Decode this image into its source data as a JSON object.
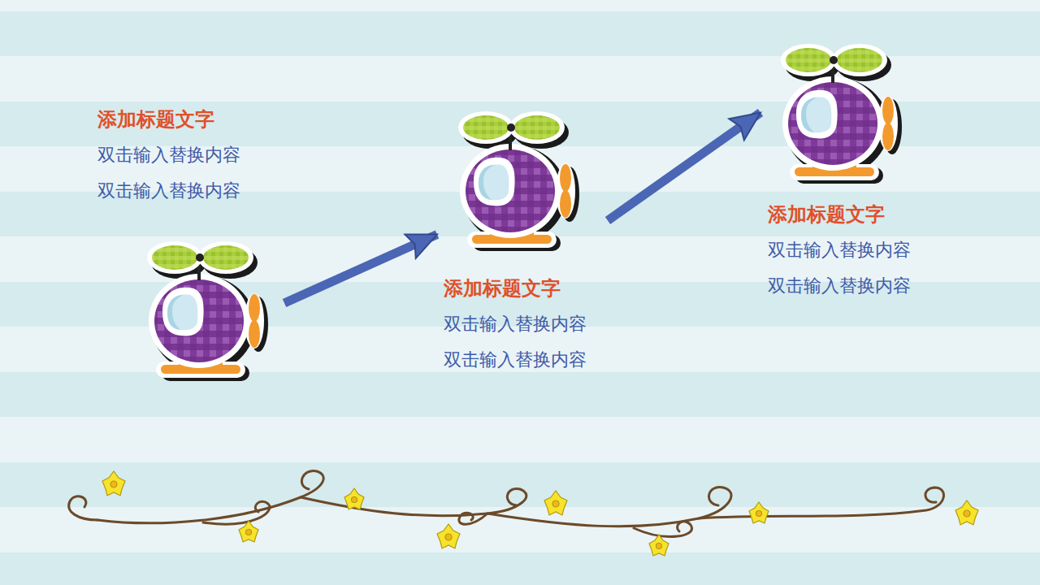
{
  "diagram": {
    "nodes": [
      {
        "text": [
          "添加标题文字",
          "双击输入替换内容",
          "双击输入替换内容"
        ]
      },
      {
        "text": [
          "添加标题文字",
          "双击输入替换内容",
          "双击输入替换内容"
        ]
      },
      {
        "text": [
          "添加标题文字",
          "双击输入替换内容",
          "双击输入替换内容"
        ]
      }
    ],
    "edges": [
      {
        "from": 0,
        "to": 1,
        "arrow": "to"
      },
      {
        "from": 1,
        "to": 2,
        "arrow": "to"
      }
    ]
  }
}
